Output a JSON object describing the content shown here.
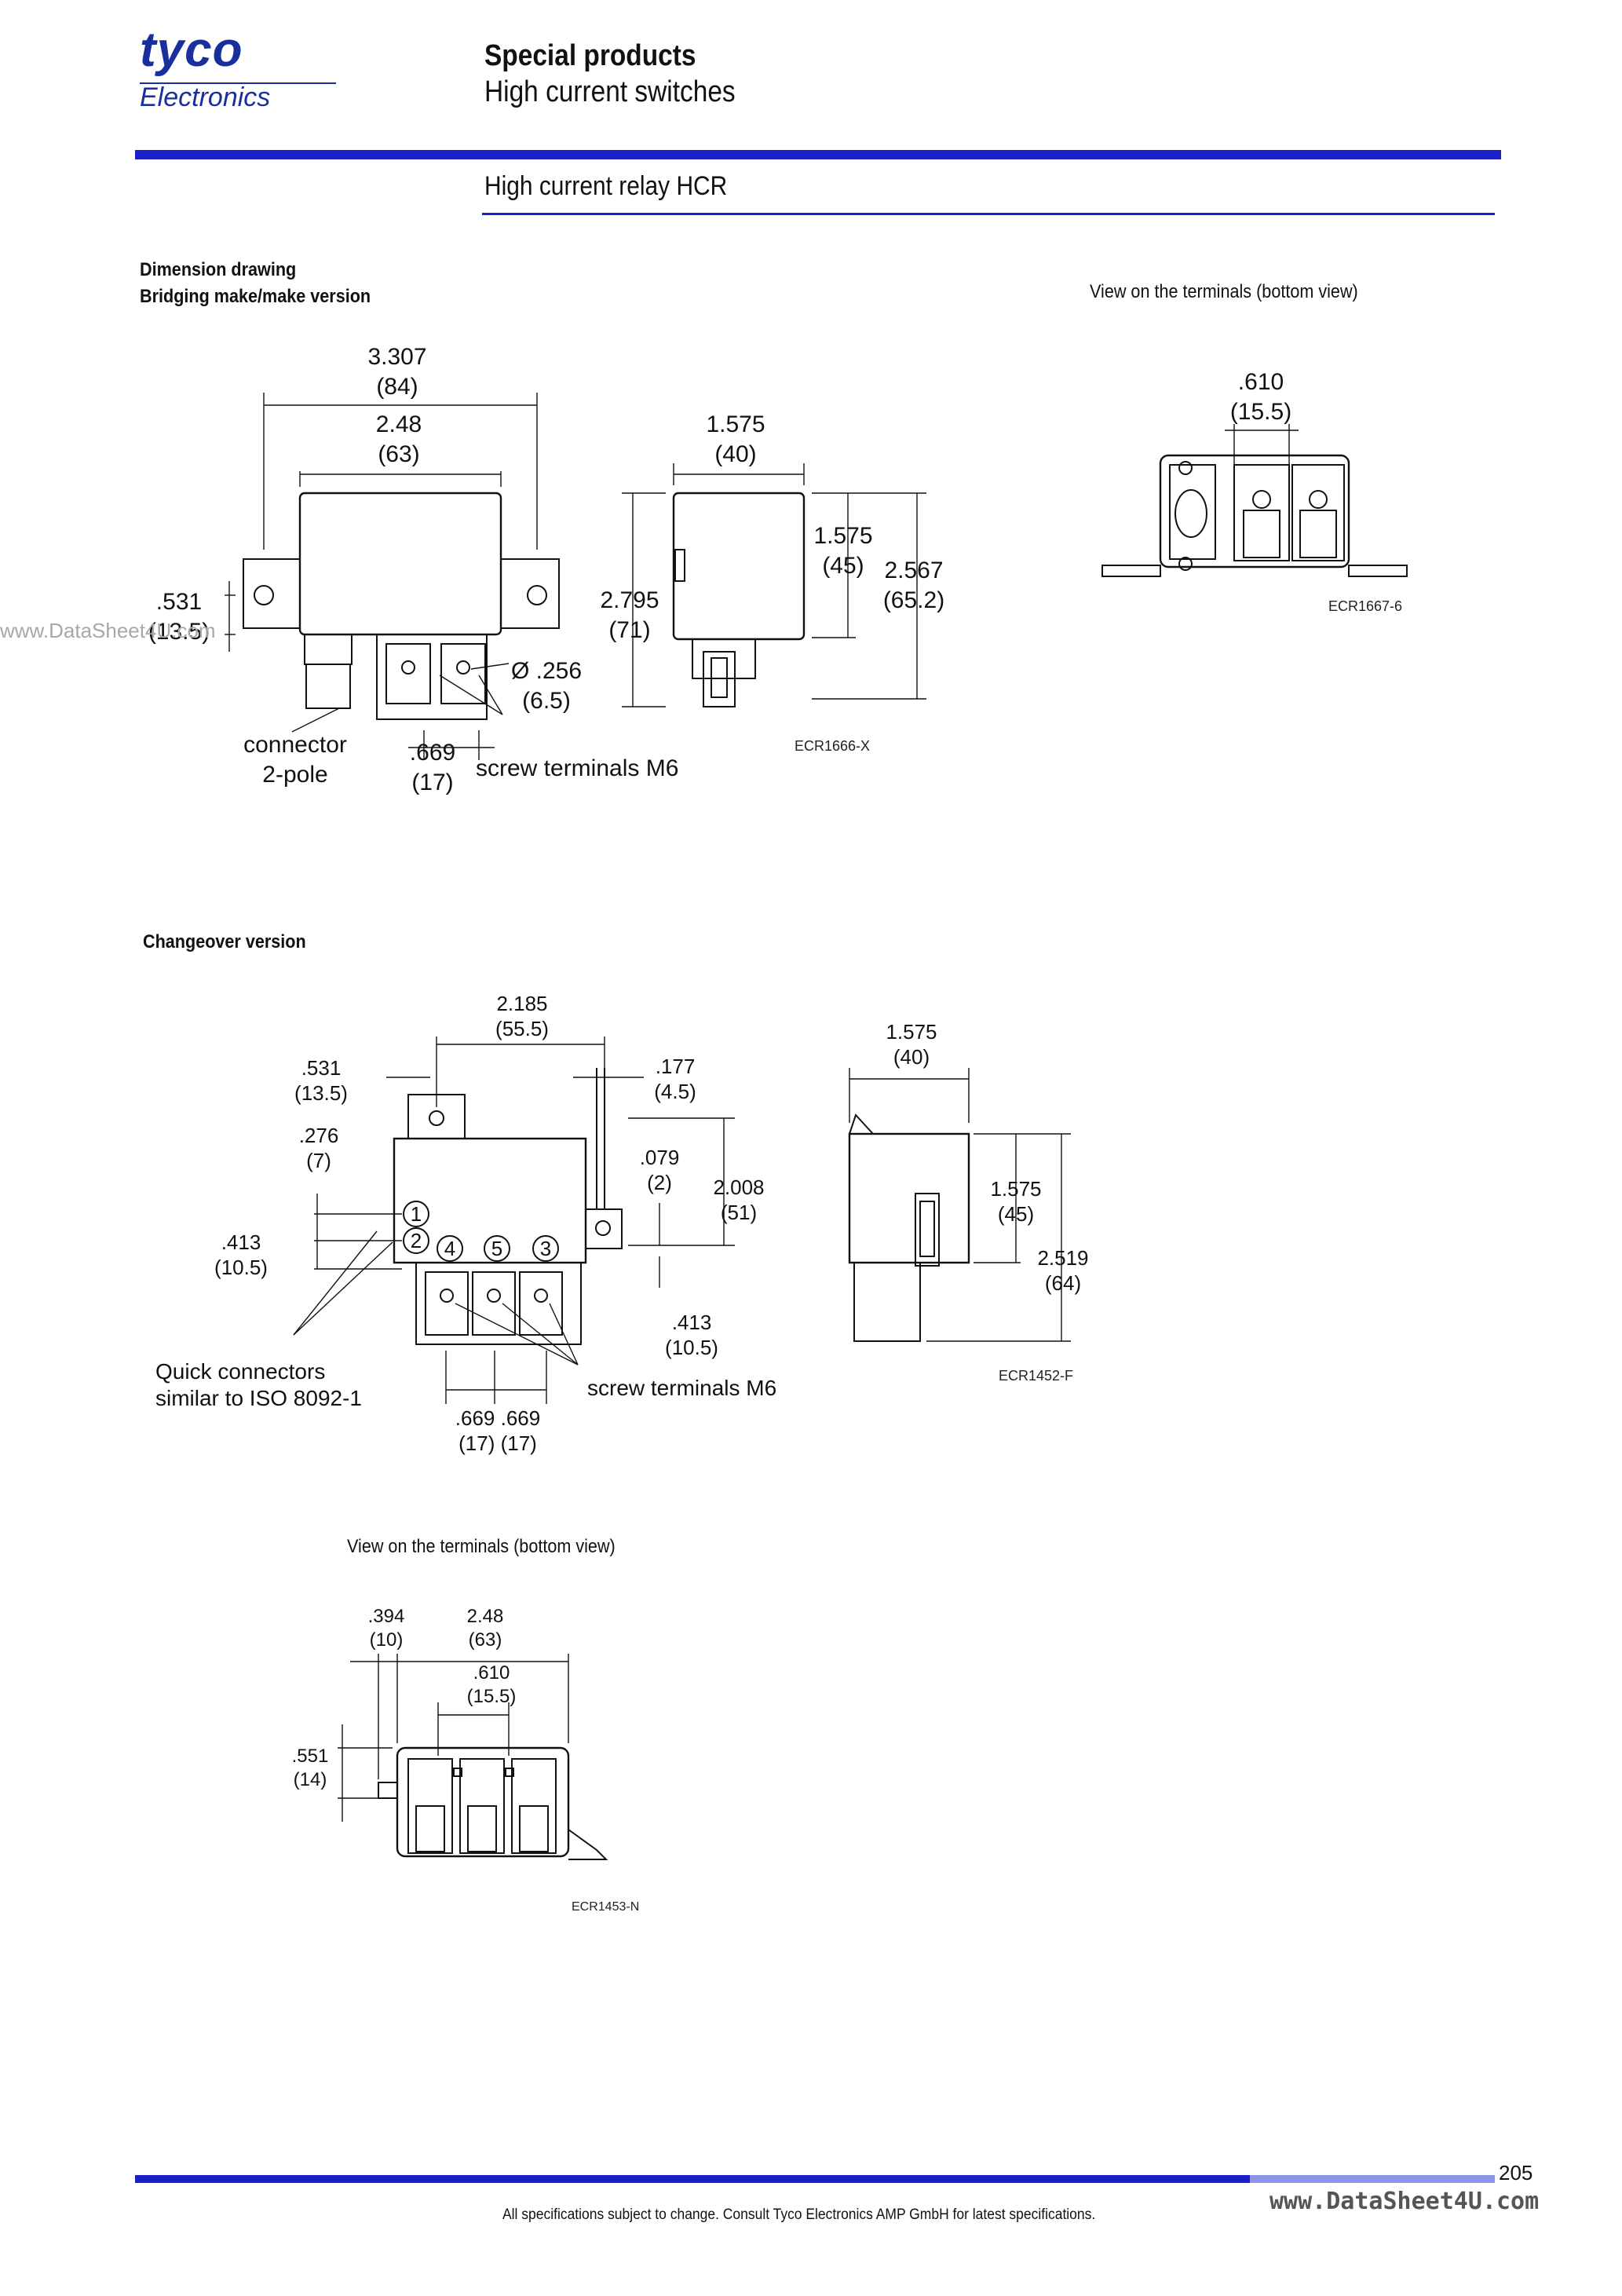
{
  "brand": {
    "name": "tyco",
    "sub": "Electronics"
  },
  "header": {
    "title": "Special products",
    "subtitle": "High current switches"
  },
  "section": {
    "title": "High current relay HCR"
  },
  "drawing1": {
    "label1": "Dimension drawing",
    "label2": "Bridging make/make version",
    "bottom_view_label": "View on the terminals (bottom view)",
    "dims": {
      "w_overall": ".610",
      "a": "3.307",
      "a_mm": "(84)",
      "b": "2.48",
      "b_mm": "(63)",
      "c": "1.575",
      "c_mm": "(40)",
      "d": "1.575",
      "d_mm": "(45)",
      "e": "2.567",
      "e_mm": "(65.2)",
      "f": "2.795",
      "f_mm": "(71)",
      "g": ".531",
      "g_mm": "(13.5)",
      "h": "Ø .256",
      "h_mm": "(6.5)",
      "i": ".669",
      "i_mm": "(17)",
      "bv": ".610",
      "bv_mm": "(15.5)"
    },
    "connector_label": "connector",
    "connector_sub": "2-pole",
    "screw_label": "screw terminals M6",
    "ecr_main": "ECR1666-X",
    "ecr_bottom": "ECR1667-6"
  },
  "drawing2": {
    "label": "Changeover version",
    "dims": {
      "a": "2.185",
      "a_mm": "(55.5)",
      "b": ".531",
      "b_mm": "(13.5)",
      "c": ".177",
      "c_mm": "(4.5)",
      "d": ".276",
      "d_mm": "(7)",
      "e": ".079",
      "e_mm": "(2)",
      "f": "2.008",
      "f_mm": "(51)",
      "g": ".413",
      "g_mm": "(10.5)",
      "h": ".413",
      "h_mm": "(10.5)",
      "i": ".669 .669",
      "i_mm": "(17) (17)",
      "j": "1.575",
      "j_mm": "(40)",
      "k": "1.575",
      "k_mm": "(45)",
      "l": "2.519",
      "l_mm": "(64)"
    },
    "terminals": [
      "1",
      "2",
      "4",
      "5",
      "3"
    ],
    "quick_label1": "Quick connectors",
    "quick_label2": "similar to ISO 8092-1",
    "screw_label": "screw terminals M6",
    "ecr": "ECR1452-F"
  },
  "drawing3": {
    "label": "View on the terminals (bottom view)",
    "dims": {
      "a": ".394",
      "a_mm": "(10)",
      "b": "2.48",
      "b_mm": "(63)",
      "c": ".610",
      "c_mm": "(15.5)",
      "d": ".551",
      "d_mm": "(14)"
    },
    "ecr": "ECR1453-N"
  },
  "watermark": "www.DataSheet4U.com",
  "footer": {
    "page": "205",
    "note": "All specifications subject to change. Consult Tyco Electronics AMP GmbH for latest specifications.",
    "site": "www.DataSheet4U.com"
  }
}
